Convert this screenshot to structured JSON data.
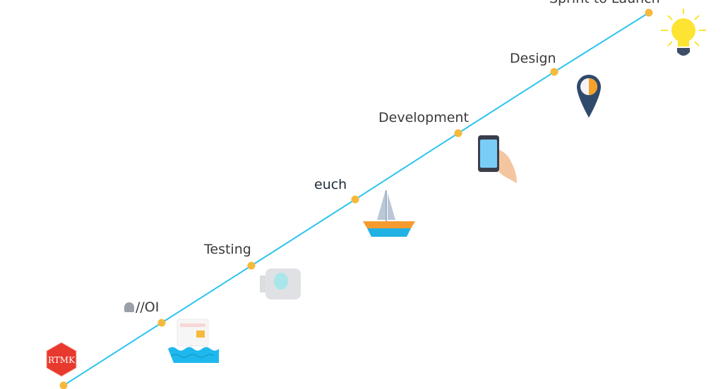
{
  "title": "Sprint to Launch",
  "stages": [
    {
      "label": ""
    },
    {
      "label": "//OI"
    },
    {
      "label": "Testing"
    },
    {
      "label": "euch"
    },
    {
      "label": "Development"
    },
    {
      "label": "Design"
    },
    {
      "label": "Sprint to Launch"
    }
  ],
  "badge_text": "RTMK",
  "colors": {
    "line": "#2ec4ef",
    "dot": "#f6b93b",
    "badge": "#e8392e",
    "pin": "#2f4a6b",
    "bulb": "#fde332"
  }
}
